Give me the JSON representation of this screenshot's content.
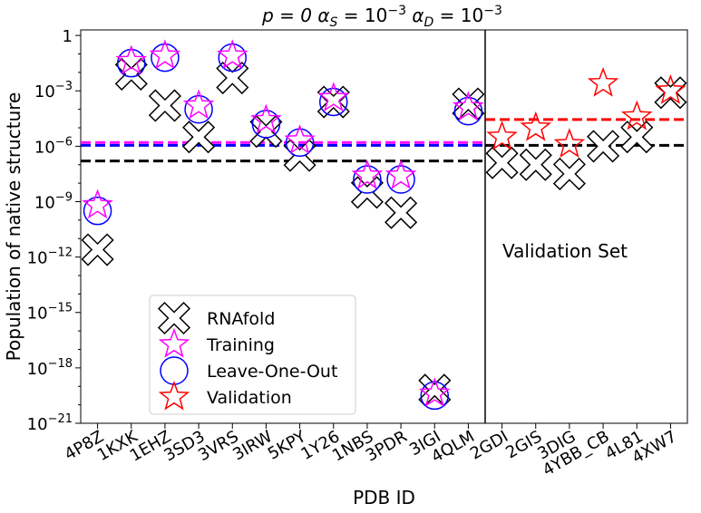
{
  "chart_data": {
    "type": "scatter",
    "title": {
      "p": "p = 0",
      "as": "α",
      "as_sub": "S",
      "as_val": " = 10",
      "as_exp": "−3",
      "ad": "α",
      "ad_sub": "D",
      "ad_val": " = 10",
      "ad_exp": "−3"
    },
    "xlabel": "PDB ID",
    "ylabel": "Population of native structure",
    "yscale": "log",
    "ylim_exp": [
      -21,
      0
    ],
    "yticks": [
      {
        "exp": 0,
        "label": "1",
        "sup": ""
      },
      {
        "exp": -3,
        "label": "10",
        "sup": "−3"
      },
      {
        "exp": -6,
        "label": "10",
        "sup": "−6"
      },
      {
        "exp": -9,
        "label": "10",
        "sup": "−9"
      },
      {
        "exp": -12,
        "label": "10",
        "sup": "−12"
      },
      {
        "exp": -15,
        "label": "10",
        "sup": "−15"
      },
      {
        "exp": -18,
        "label": "10",
        "sup": "−18"
      },
      {
        "exp": -21,
        "label": "10",
        "sup": "−21"
      }
    ],
    "categories": [
      "4P8Z",
      "1KXK",
      "1EHZ",
      "3SD3",
      "3VRS",
      "3IRW",
      "5KPY",
      "1Y26",
      "1NBS",
      "3PDR",
      "3IGI",
      "4QLM",
      "2GDI",
      "2GIS",
      "3DIG",
      "4YBB_CB",
      "4L81",
      "4XW7"
    ],
    "series": [
      {
        "name": "RNAfold",
        "marker": "x-cross",
        "color": "#000000",
        "log10_values": [
          -11.6,
          -2.1,
          -3.8,
          -5.5,
          -2.3,
          -5.2,
          -6.5,
          -3.6,
          -8.5,
          -9.6,
          -19.2,
          -3.7,
          -6.9,
          -7.0,
          -7.5,
          -6.0,
          -5.5,
          -3.1
        ]
      },
      {
        "name": "Training",
        "marker": "star",
        "color": "#ff00ff",
        "log10_values": [
          -9.2,
          -1.4,
          -1.1,
          -3.8,
          -1.1,
          -4.6,
          -5.7,
          -3.4,
          -7.6,
          -7.6,
          -19.4,
          -3.9,
          null,
          null,
          null,
          null,
          null,
          null
        ]
      },
      {
        "name": "Leave-One-Out",
        "marker": "circle",
        "color": "#0000ff",
        "log10_values": [
          -9.5,
          -1.5,
          -1.2,
          -4.0,
          -1.2,
          -4.8,
          -5.8,
          -3.6,
          -7.8,
          -7.8,
          -19.5,
          -4.1,
          null,
          null,
          null,
          null,
          null,
          null
        ]
      },
      {
        "name": "Validation",
        "marker": "star",
        "color": "#ff0000",
        "log10_values": [
          null,
          null,
          null,
          null,
          null,
          null,
          null,
          null,
          null,
          null,
          null,
          null,
          -5.5,
          -5.0,
          -5.9,
          -2.6,
          -4.4,
          -3.0
        ]
      }
    ],
    "hlines": [
      {
        "series": "RNAfold training mean",
        "color": "#000000",
        "style": "dashed",
        "log10_value": -6.8,
        "from_index": -0.5,
        "to_index": 11.5
      },
      {
        "series": "Training mean",
        "color": "#ff00ff",
        "style": "dashed",
        "log10_value": -5.8,
        "from_index": -0.5,
        "to_index": 11.5
      },
      {
        "series": "Leave-One-Out mean",
        "color": "#0000ff",
        "style": "dashed",
        "log10_value": -5.95,
        "from_index": -0.5,
        "to_index": 11.5
      },
      {
        "series": "RNAfold validation mean",
        "color": "#000000",
        "style": "dashed",
        "log10_value": -5.95,
        "from_index": 11.5,
        "to_index": 17.5
      },
      {
        "series": "Validation mean",
        "color": "#ff0000",
        "style": "dashed",
        "log10_value": -4.55,
        "from_index": 11.5,
        "to_index": 17.5
      }
    ],
    "divider_after_index": 11.5,
    "annotation": "Validation Set",
    "legend_position": "lower-left",
    "grid": false
  }
}
